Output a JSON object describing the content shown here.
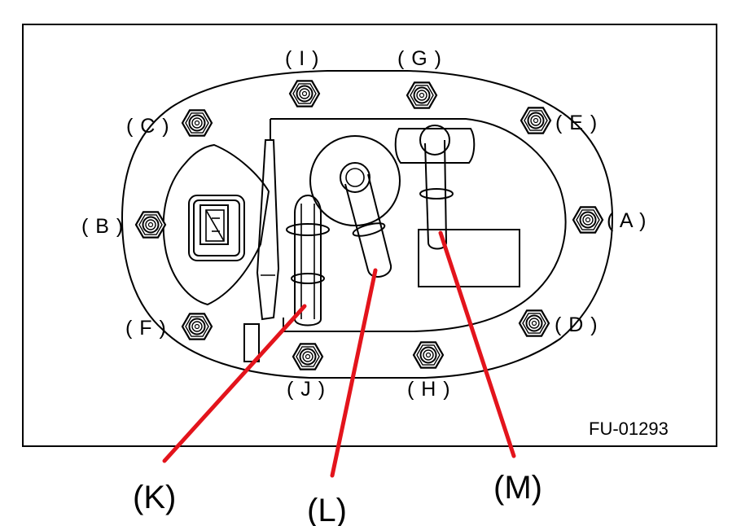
{
  "reference_code": "FU-01293",
  "colors": {
    "leader": "#e3141c",
    "outline": "#000000",
    "background": "#ffffff"
  },
  "bolts": [
    {
      "id": "A",
      "label": "( A )"
    },
    {
      "id": "B",
      "label": "( B )"
    },
    {
      "id": "C",
      "label": "( C )"
    },
    {
      "id": "D",
      "label": "( D )"
    },
    {
      "id": "E",
      "label": "( E )"
    },
    {
      "id": "F",
      "label": "( F )"
    },
    {
      "id": "G",
      "label": "( G )"
    },
    {
      "id": "H",
      "label": "( H )"
    },
    {
      "id": "I",
      "label": "( I )"
    },
    {
      "id": "J",
      "label": "( J )"
    }
  ],
  "callouts": [
    {
      "id": "K",
      "label": "(K)"
    },
    {
      "id": "L",
      "label": "(L)"
    },
    {
      "id": "M",
      "label": "(M)"
    }
  ]
}
